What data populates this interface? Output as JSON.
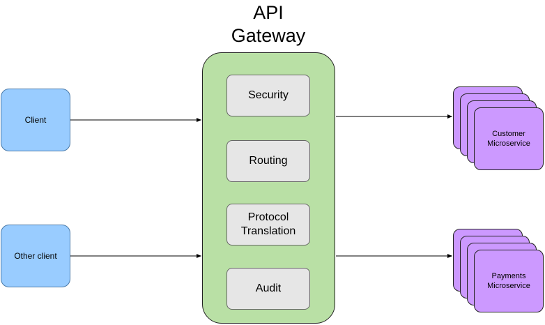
{
  "title": {
    "line1": "API",
    "line2": "Gateway"
  },
  "clients": [
    "Client",
    "Other client"
  ],
  "functions": [
    {
      "line1": "Security",
      "line2": ""
    },
    {
      "line1": "Routing",
      "line2": ""
    },
    {
      "line1": "Protocol",
      "line2": "Translation"
    },
    {
      "line1": "Audit",
      "line2": ""
    }
  ],
  "services": [
    {
      "line1": "Customer",
      "line2": "Microservice"
    },
    {
      "line1": "Payments",
      "line2": "Microservice"
    }
  ],
  "colors": {
    "client": "#99ccff",
    "gateway": "#b9e0a5",
    "function": "#e6e6e6",
    "service": "#cc99ff"
  }
}
